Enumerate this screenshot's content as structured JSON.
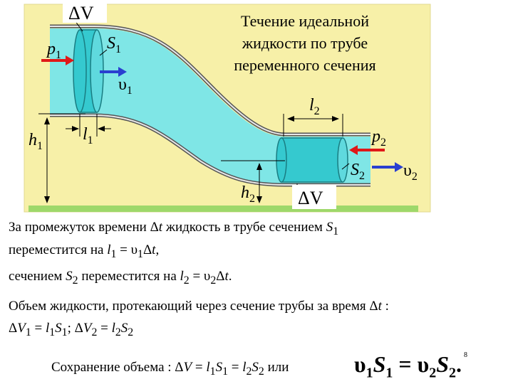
{
  "diagram": {
    "title_lines": [
      "Течение идеальной",
      "жидкости по трубе",
      "переменного  сечения"
    ],
    "labels": {
      "dv_top": "ΔV",
      "dv_bottom": "ΔV",
      "p1": "p",
      "p1_sub": "1",
      "s1": "S",
      "s1_sub": "1",
      "v1": "υ",
      "v1_sub": "1",
      "l1": "l",
      "l1_sub": "1",
      "h1": "h",
      "h1_sub": "1",
      "l2": "l",
      "l2_sub": "2",
      "p2": "p",
      "p2_sub": "2",
      "s2": "S",
      "s2_sub": "2",
      "v2": "υ",
      "v2_sub": "2",
      "h2": "h",
      "h2_sub": "2"
    },
    "colors": {
      "background": "#f7f0a8",
      "fluid": "#7fe6e6",
      "cylinder": "#35c9cf",
      "ground": "#9ed86a",
      "arrow_red": "#e01818",
      "arrow_blue": "#2a3fd0"
    }
  },
  "text": {
    "line1": {
      "a": "За промежуток времени Δ",
      "b": "t",
      "c": " жидкость в трубе сечением ",
      "d": "S",
      "e": "1"
    },
    "line2": {
      "a": " переместится на ",
      "b": "l",
      "c": "1",
      "d": " = υ",
      "e": "1",
      "f": "Δ",
      "g": "t",
      "h": ","
    },
    "line3": {
      "a": " сечением ",
      "b": "S",
      "c": "2",
      "d": " переместится на ",
      "e": "l",
      "f": "2",
      "g": " = υ",
      "h": "2",
      "i": "Δ",
      "j": "t",
      "k": "."
    },
    "line4": {
      "a": "Объем жидкости, протекающий через сечение трубы за время Δ",
      "b": "t",
      "c": " :"
    },
    "line5": {
      "a": "Δ",
      "b": "V",
      "c": "1",
      "d": " = ",
      "e": "l",
      "f": "1",
      "g": "S",
      "h": "1",
      "i": "; Δ",
      "j": "V",
      "k": "2",
      "l": " = ",
      "m": "l",
      "n": "2",
      "o": "S",
      "p": "2"
    },
    "line6": {
      "a": "Сохранение объема : Δ",
      "b": "V",
      "c": " = ",
      "d": "l",
      "e": "1",
      "f": "S",
      "g": "1",
      "h": " = ",
      "i": "l",
      "j": "2",
      "k": "S",
      "l": "2",
      "m": "  или"
    },
    "bold_eq": {
      "a": "υ",
      "b": "1",
      "c": "S",
      "d": "1",
      "e": " = υ",
      "f": "2",
      "g": "S",
      "h": "2",
      "i": "."
    },
    "page_number": "8"
  }
}
